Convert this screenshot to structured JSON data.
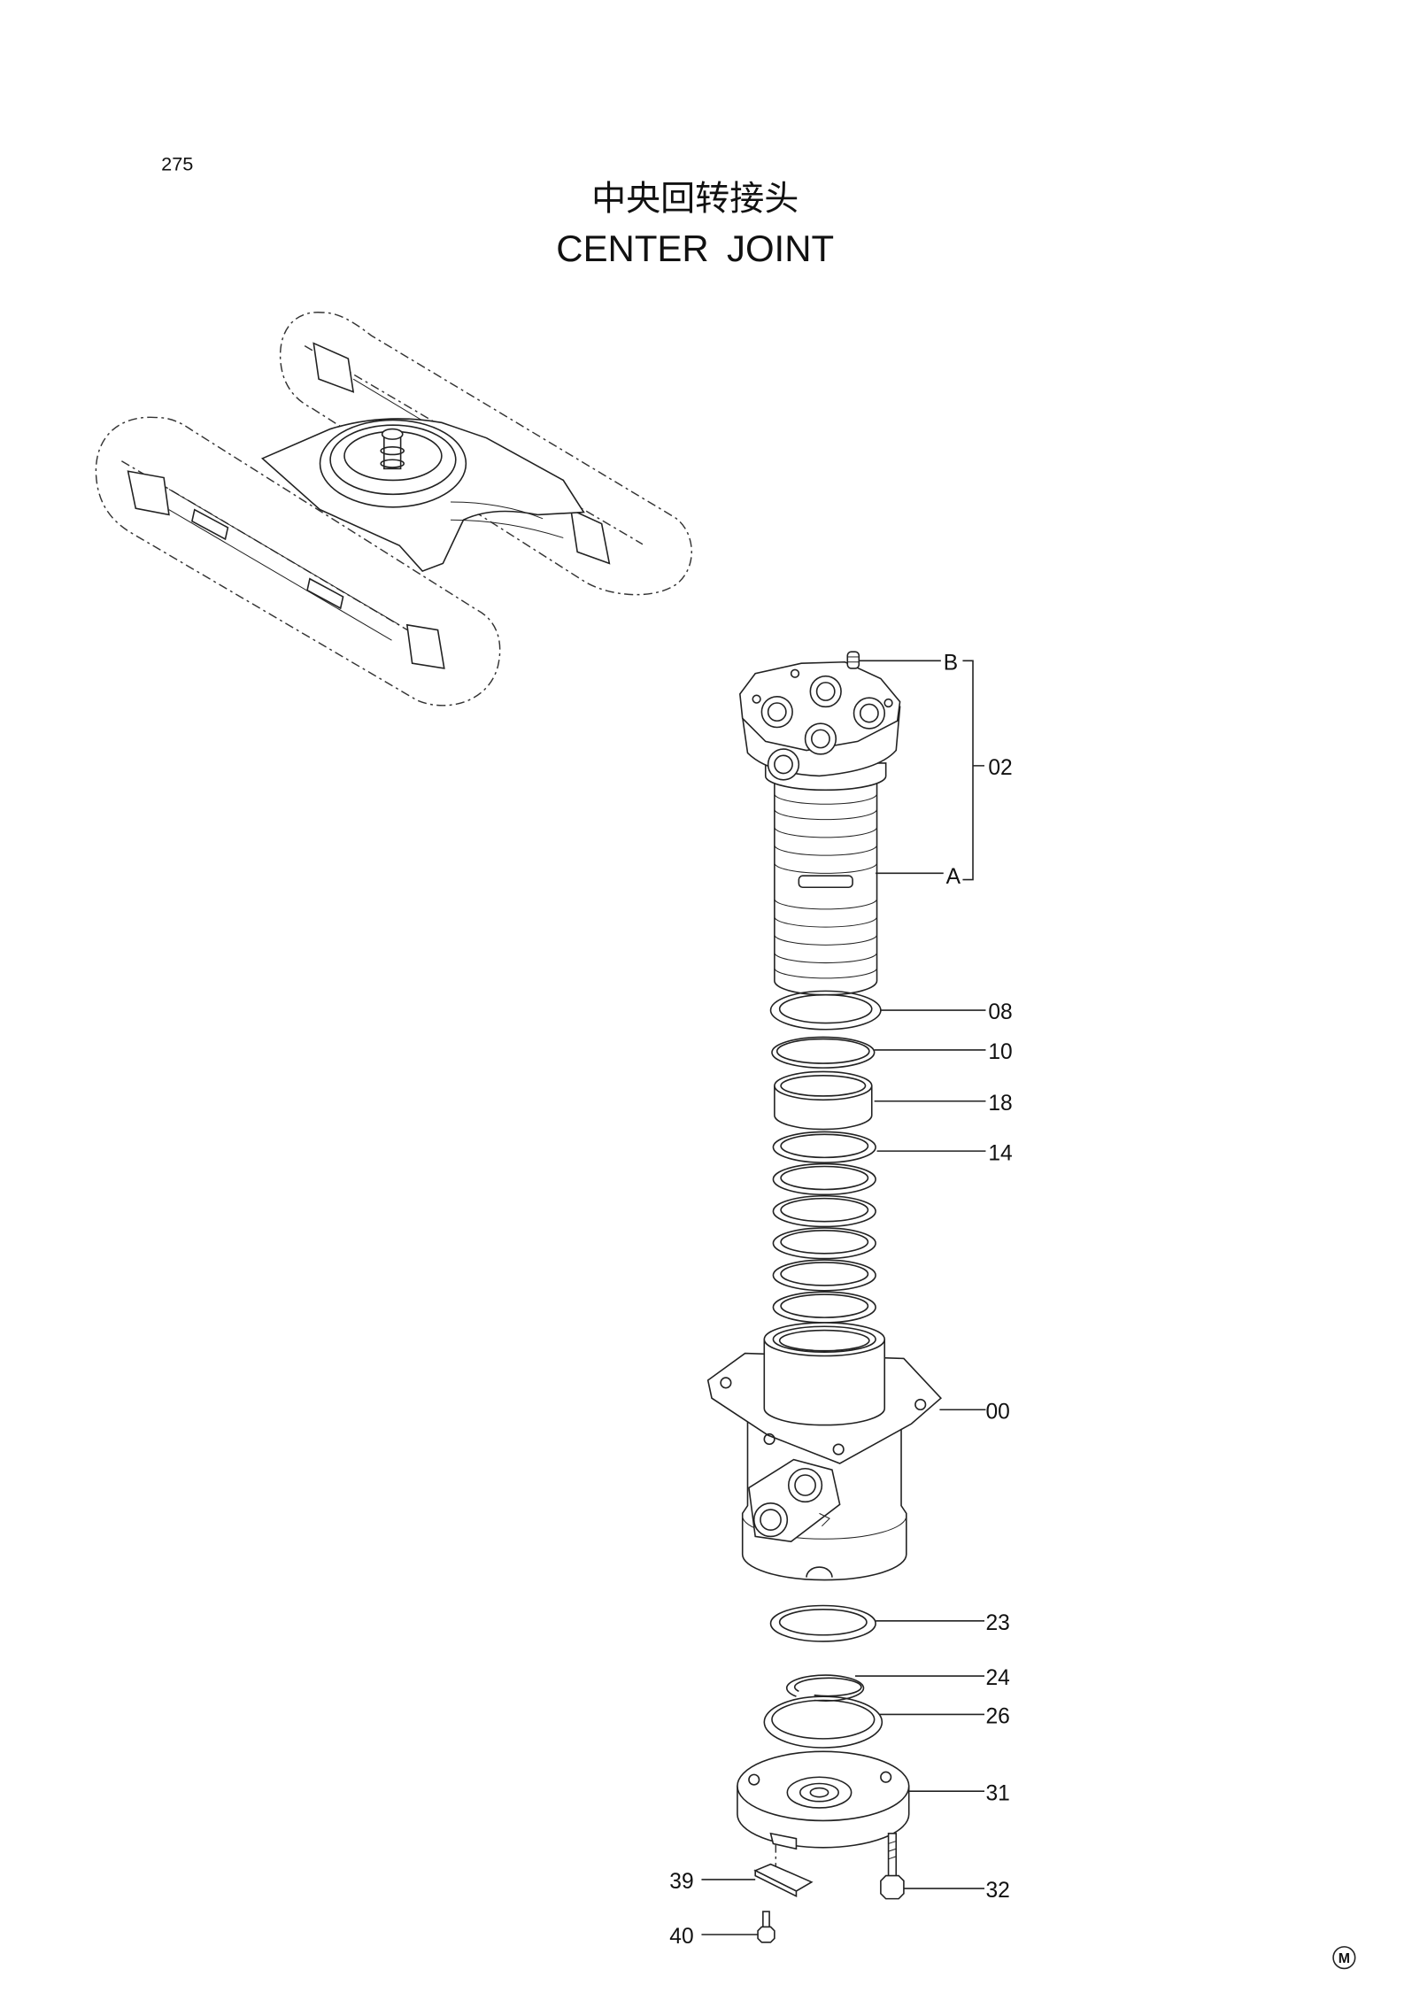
{
  "page_number": "275",
  "title": {
    "zh": "中央回转接头",
    "en": "CENTER JOINT"
  },
  "callouts": {
    "b": "B",
    "p02": "02",
    "a": "A",
    "p08": "08",
    "p10": "10",
    "p18": "18",
    "p14": "14",
    "p00": "00",
    "p23": "23",
    "p24": "24",
    "p26": "26",
    "p31": "31",
    "p32": "32",
    "p39": "39",
    "p40": "40"
  },
  "marker": "M",
  "colors": {
    "ink": "#222222",
    "paper": "#ffffff"
  }
}
